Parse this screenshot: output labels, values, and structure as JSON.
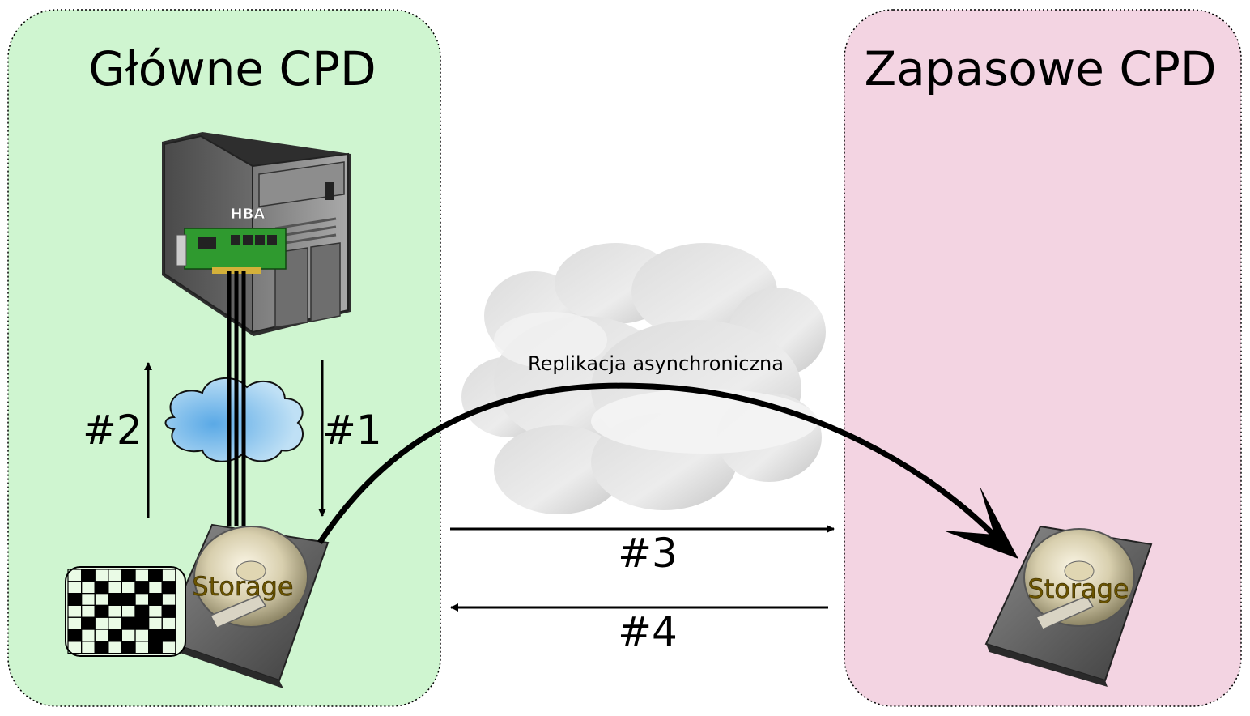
{
  "sites": {
    "primary": {
      "title": "Główne CPD",
      "color": "#cff5d0"
    },
    "backup": {
      "title": "Zapasowe CPD",
      "color": "#f3d4e2"
    }
  },
  "server": {
    "hba_label": "HBA"
  },
  "storage": {
    "primary_label": "Storage",
    "backup_label": "Storage"
  },
  "steps": {
    "step1": "#1",
    "step2": "#2",
    "step3": "#3",
    "step4": "#4"
  },
  "replication": {
    "label": "Replikacja asynchroniczna"
  },
  "icons": [
    "server-tower-icon",
    "hba-card-icon",
    "san-cloud-icon",
    "wan-cloud-icon",
    "hard-disk-icon",
    "data-grid-icon"
  ]
}
